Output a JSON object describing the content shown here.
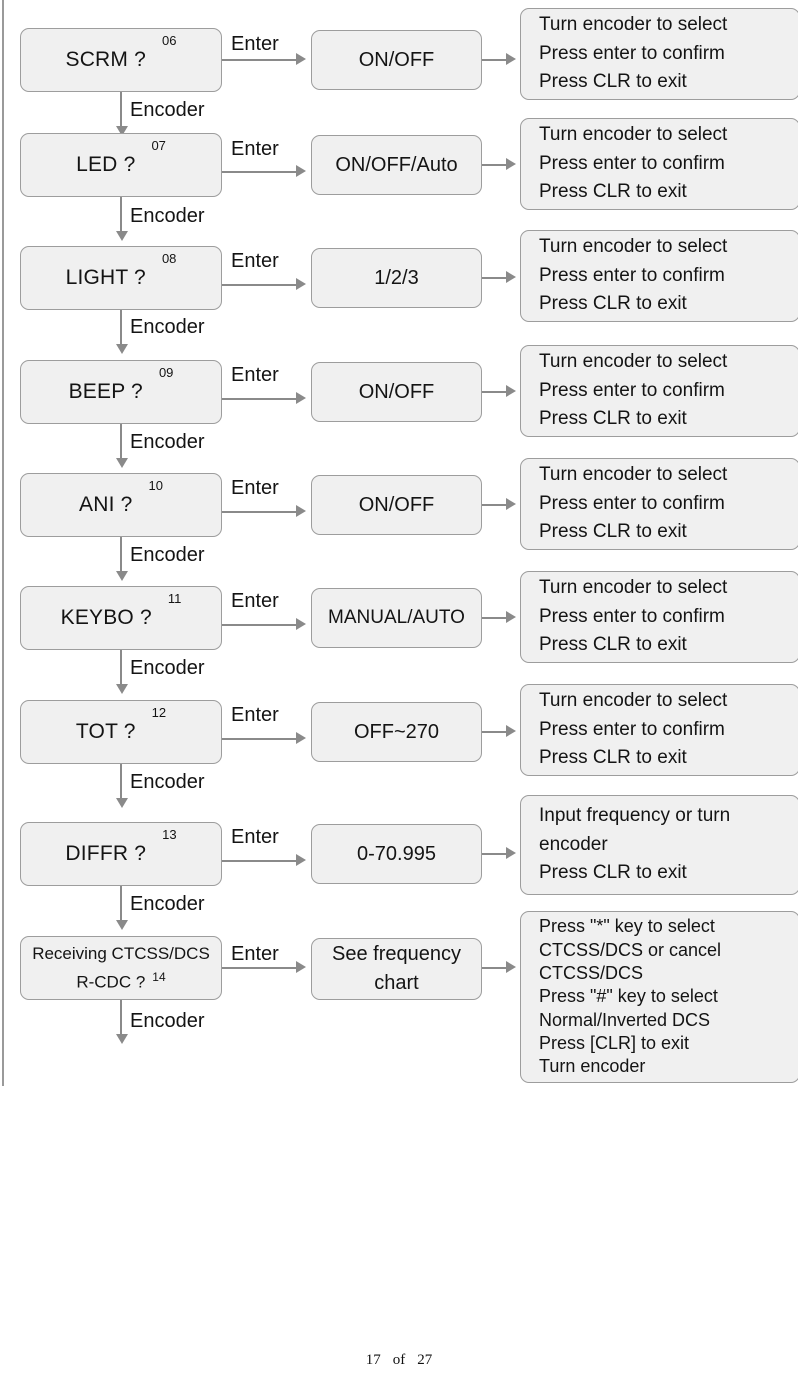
{
  "document": {
    "footer": {
      "page_current": "17",
      "of_label": "of",
      "page_total": "27"
    }
  },
  "labels": {
    "enter": "Enter",
    "encoder": "Encoder"
  },
  "colors": {
    "box_fill": "#f0f0f0",
    "box_border": "#9d9d9d",
    "connector": "#8a8a8a",
    "text": "#141414",
    "page_rule": "#9a9a9a"
  },
  "diagram": {
    "type": "flowchart",
    "rows": [
      {
        "menu": {
          "label": "SCRM ?",
          "index": "06"
        },
        "value": {
          "label": "ON/OFF"
        },
        "help": {
          "lines": [
            "Turn encoder to select",
            "Press enter to confirm",
            "Press CLR to exit"
          ]
        }
      },
      {
        "menu": {
          "label": "LED ?",
          "index": "07"
        },
        "value": {
          "label": "ON/OFF/Auto"
        },
        "help": {
          "lines": [
            "Turn encoder to select",
            "Press enter to confirm",
            "Press CLR to exit"
          ]
        }
      },
      {
        "menu": {
          "label": "LIGHT ?",
          "index": "08"
        },
        "value": {
          "label": "1/2/3"
        },
        "help": {
          "lines": [
            "Turn encoder to select",
            "Press enter to confirm",
            "Press CLR to exit"
          ]
        }
      },
      {
        "menu": {
          "label": "BEEP ?",
          "index": "09"
        },
        "value": {
          "label": "ON/OFF"
        },
        "help": {
          "lines": [
            "Turn encoder to select",
            "Press enter to confirm",
            "Press CLR to exit"
          ]
        }
      },
      {
        "menu": {
          "label": "ANI ?",
          "index": "10"
        },
        "value": {
          "label": "ON/OFF"
        },
        "help": {
          "lines": [
            "Turn encoder to select",
            "Press enter to confirm",
            "Press CLR to exit"
          ]
        }
      },
      {
        "menu": {
          "label": "KEYBO ?",
          "index": "11"
        },
        "value": {
          "label": "MANUAL/AUTO"
        },
        "help": {
          "lines": [
            "Turn encoder to select",
            "Press enter to confirm",
            "Press CLR to exit"
          ]
        }
      },
      {
        "menu": {
          "label": "TOT ?",
          "index": "12"
        },
        "value": {
          "label": "OFF~270"
        },
        "help": {
          "lines": [
            "Turn encoder to select",
            "Press enter to confirm",
            "Press CLR to exit"
          ]
        }
      },
      {
        "menu": {
          "label": "DIFFR ?",
          "index": "13"
        },
        "value": {
          "label": "0-70.995"
        },
        "help": {
          "lines": [
            "Input frequency or turn",
            " encoder",
            "Press CLR to exit"
          ]
        }
      },
      {
        "menu": {
          "line1": "Receiving  CTCSS/DCS",
          "line2": "R-CDC ?",
          "index": "14"
        },
        "value": {
          "line1": "See frequency",
          "line2": "chart"
        },
        "help": {
          "compact": true,
          "lines": [
            "Press \"*\" key to select",
            "CTCSS/DCS or cancel",
            "CTCSS/DCS",
            "Press \"#\" key to select",
            "Normal/Inverted DCS",
            "Press [CLR] to exit",
            "Turn encoder"
          ]
        }
      }
    ]
  }
}
